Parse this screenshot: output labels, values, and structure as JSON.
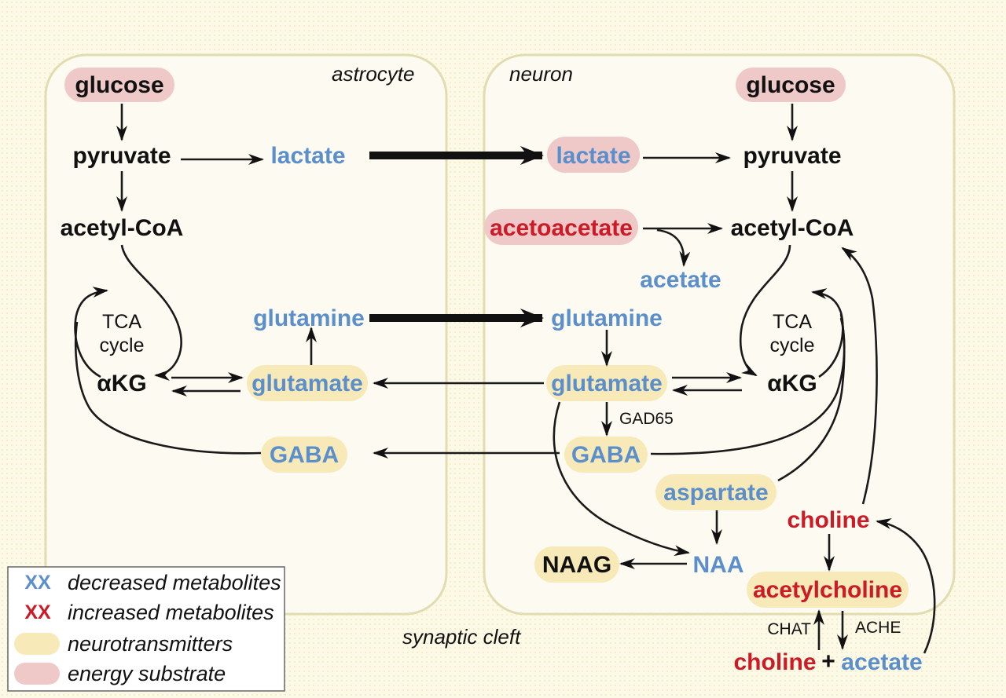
{
  "colors": {
    "decreased": "#5b8fcc",
    "increased": "#cc1a26",
    "normal": "#111111",
    "neurotransmitter_bg": "#f8eab8",
    "energy_bg": "#efc8c8",
    "cell_fill": "#fdfbf1",
    "cell_border": "#e2dcb1"
  },
  "compartments": {
    "astrocyte": "astrocyte",
    "neuron": "neuron",
    "synaptic_cleft": "synaptic cleft"
  },
  "astrocyte": {
    "glucose": "glucose",
    "pyruvate": "pyruvate",
    "lactate": "lactate",
    "acetyl_coa": "acetyl-CoA",
    "tca_line1": "TCA",
    "tca_line2": "cycle",
    "akg": "αKG",
    "glutamine": "glutamine",
    "glutamate": "glutamate",
    "gaba": "GABA"
  },
  "neuron": {
    "glucose": "glucose",
    "pyruvate": "pyruvate",
    "lactate": "lactate",
    "acetoacetate": "acetoacetate",
    "acetyl_coa": "acetyl-CoA",
    "acetate": "acetate",
    "glutamine": "glutamine",
    "glutamate": "glutamate",
    "tca_line1": "TCA",
    "tca_line2": "cycle",
    "akg": "αKG",
    "gad65": "GAD65",
    "gaba": "GABA",
    "aspartate": "aspartate",
    "naa": "NAA",
    "naag": "NAAG",
    "choline": "choline",
    "acetylcholine": "acetylcholine"
  },
  "cleft": {
    "chat": "CHAT",
    "ache": "ACHE",
    "choline": "choline",
    "plus": "+",
    "acetate": "acetate"
  },
  "legend": {
    "marker": "XX",
    "decreased": "decreased metabolites",
    "increased": "increased metabolites",
    "neurotransmitters": "neurotransmitters",
    "energy": "energy substrate"
  }
}
